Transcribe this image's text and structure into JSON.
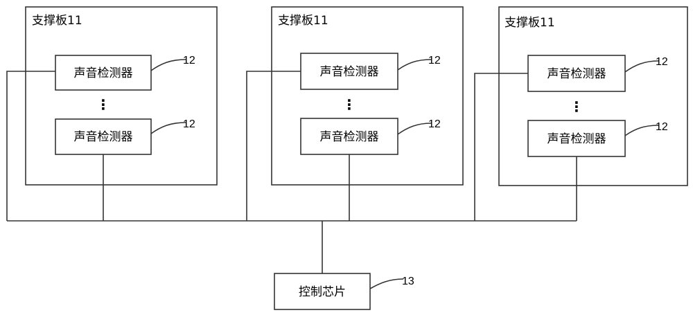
{
  "boards": [
    {
      "label": "支撑板11",
      "detectors": [
        {
          "label": "声音检测器",
          "ref": "12"
        },
        {
          "label": "声音检测器",
          "ref": "12"
        }
      ],
      "ellipsis": "⋮"
    },
    {
      "label": "支撑板11",
      "detectors": [
        {
          "label": "声音检测器",
          "ref": "12"
        },
        {
          "label": "声音检测器",
          "ref": "12"
        }
      ],
      "ellipsis": "⋮"
    },
    {
      "label": "支撑板11",
      "detectors": [
        {
          "label": "声音检测器",
          "ref": "12"
        },
        {
          "label": "声音检测器",
          "ref": "12"
        }
      ],
      "ellipsis": "⋮"
    }
  ],
  "chip": {
    "label": "控制芯片",
    "ref": "13"
  }
}
